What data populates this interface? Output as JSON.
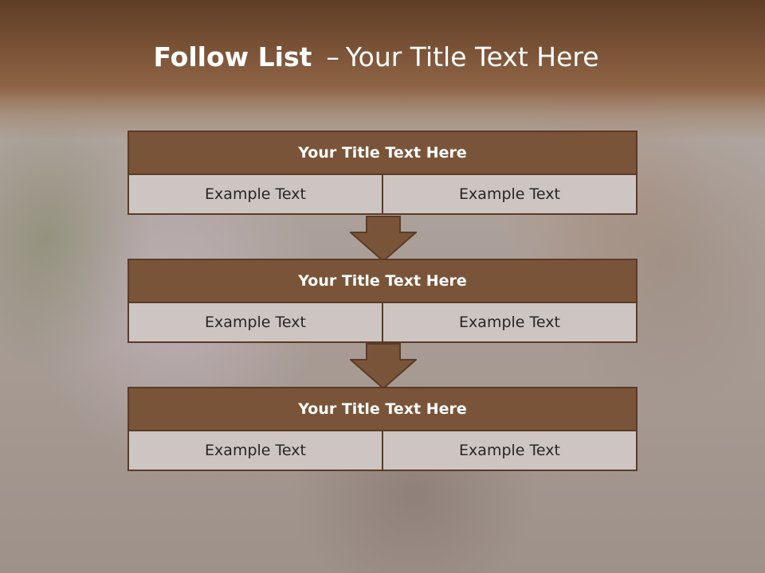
{
  "slide": {
    "title_bold": "Follow List",
    "title_separator": "–",
    "title_rest": "Your Title Text Here"
  },
  "blocks": [
    {
      "title": "Your Title Text Here",
      "cells": [
        "Example Text",
        "Example Text"
      ]
    },
    {
      "title": "Your Title Text Here",
      "cells": [
        "Example Text",
        "Example Text"
      ]
    },
    {
      "title": "Your Title Text Here",
      "cells": [
        "Example Text",
        "Example Text"
      ]
    }
  ],
  "colors": {
    "header_band": "#7a5236",
    "block_title_fill": "#7a5439",
    "block_border": "#5b3b26",
    "cell_fill": "#cdc5c2",
    "arrow_fill": "#7a5439"
  },
  "icons": [
    "down-arrow-icon"
  ]
}
